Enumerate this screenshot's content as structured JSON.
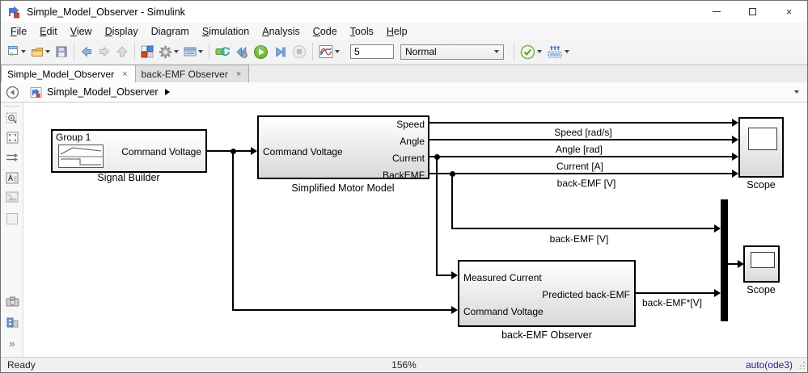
{
  "window": {
    "title": "Simple_Model_Observer - Simulink",
    "controls": {
      "minimize": "minimize",
      "maximize": "maximize",
      "close": "×"
    }
  },
  "menubar": {
    "items": [
      {
        "label": "File",
        "accel": 0
      },
      {
        "label": "Edit",
        "accel": 0
      },
      {
        "label": "View",
        "accel": 0
      },
      {
        "label": "Display",
        "accel": 0
      },
      {
        "label": "Diagram",
        "accel": 3
      },
      {
        "label": "Simulation",
        "accel": 0
      },
      {
        "label": "Analysis",
        "accel": 0
      },
      {
        "label": "Code",
        "accel": 0
      },
      {
        "label": "Tools",
        "accel": 0
      },
      {
        "label": "Help",
        "accel": 0
      }
    ]
  },
  "toolbar": {
    "stop_time": "5",
    "sim_mode": "Normal",
    "icons": [
      "new-model",
      "open",
      "save",
      "back",
      "forward",
      "up",
      "library-browser",
      "settings-gear",
      "model-explorer",
      "fast-restart",
      "step-back",
      "run",
      "step-forward",
      "stop",
      "simulation-display",
      "stop-time-field",
      "mode-dropdown",
      "validate-check",
      "deploy-hardware"
    ]
  },
  "tabs": [
    {
      "label": "Simple_Model_Observer",
      "close": "×",
      "active": true
    },
    {
      "label": "back-EMF Observer",
      "close": "×",
      "active": false
    }
  ],
  "breadcrumb": {
    "path": "Simple_Model_Observer"
  },
  "sidebar": {
    "icons": [
      "hide-browser",
      "zoom-select",
      "fit-to-view",
      "route-signals",
      "annotation",
      "image",
      "area",
      "screenshot",
      "viewmarks",
      "expand"
    ],
    "expand_glyph": "»"
  },
  "canvas": {
    "signal_builder": {
      "group": "Group 1",
      "output_port": "Command Voltage",
      "caption": "Signal Builder"
    },
    "motor": {
      "input": "Command Voltage",
      "outputs": [
        "Speed",
        "Angle",
        "Current",
        "BackEMF"
      ],
      "caption": "Simplified Motor Model"
    },
    "observer": {
      "inputs": [
        "Measured Current",
        "Command Voltage"
      ],
      "output": "Predicted back-EMF",
      "caption": "back-EMF Observer"
    },
    "scope1": {
      "caption": "Scope"
    },
    "scope2": {
      "caption": "Scope"
    },
    "signal_labels": {
      "speed": "Speed [rad/s]",
      "angle": "Angle [rad]",
      "current": "Current [A]",
      "backemf_top": "back-EMF [V]",
      "backemf_mux": "back-EMF [V]",
      "backemf_pred": "back-EMF*[V]"
    }
  },
  "statusbar": {
    "left": "Ready",
    "zoom": "156%",
    "solver": "auto(ode3)"
  }
}
